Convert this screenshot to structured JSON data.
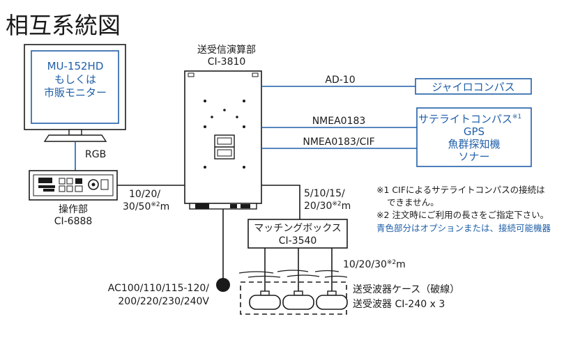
{
  "title": "相互系統図",
  "monitor": {
    "line1": "MU-152HD",
    "line2": "もしくは",
    "line3": "市販モニター"
  },
  "rgb_label": "RGB",
  "control_unit": {
    "name": "操作部",
    "model": "CI-6888"
  },
  "cable_control": {
    "line1": "10/20/",
    "line2a": "30/50",
    "line2b": "※2",
    "line2c": "m"
  },
  "processor": {
    "name": "送受信演算部",
    "model": "CI-3810"
  },
  "link_ad10": "AD-10",
  "gyro": "ジャイロコンパス",
  "link_nmea": "NMEA0183",
  "link_nmea_cif": "NMEA0183/CIF",
  "sensors": {
    "line1": "サテライトコンパス",
    "line1_mark": "※1",
    "line2": "GPS",
    "line3": "魚群探知機",
    "line4": "ソナー"
  },
  "cable_matching": {
    "line1": "5/10/15/",
    "line2a": "20/30",
    "line2b": "※2",
    "line2c": "m"
  },
  "notes": {
    "note1a": "※1 CIFによるサテライトコンパスの接続は",
    "note1b": "できません。",
    "note2": "※2 注文時にご利用の長さをご指定下さい。",
    "note3": "青色部分はオプションまたは、接続可能機器"
  },
  "matching_box": {
    "name": "マッチングボックス",
    "model": "CI-3540"
  },
  "cable_transducer": {
    "a": "10/20/30",
    "b": "※2",
    "c": "m"
  },
  "power": {
    "line1": "AC100/110/115-120/",
    "line2": "200/220/230/240V"
  },
  "transducer_case": "送受波器ケース（破線）",
  "transducer": "送受波器 CI-240 x 3",
  "colors": {
    "option_blue": "#1f5fa8",
    "line_black": "#1a1a1a"
  }
}
